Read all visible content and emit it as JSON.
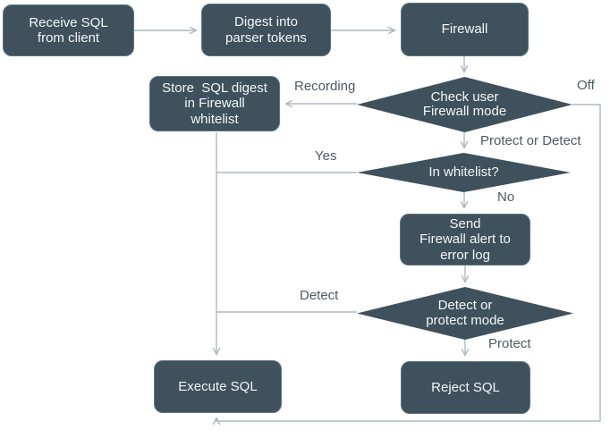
{
  "colors": {
    "background": "#FFFFFF",
    "node_fill": "#3E515C",
    "node_border": "#5D7683",
    "node_text": "#F4F7F8",
    "connector": "#ACBAC4",
    "edge_label_text": "#4D5A63"
  },
  "nodes": {
    "receive_sql": {
      "label": "Receive SQL\nfrom client"
    },
    "digest": {
      "label": "Digest into\nparser tokens"
    },
    "firewall": {
      "label": "Firewall"
    },
    "store_digest": {
      "label": "Store  SQL digest\nin Firewall\nwhitelist"
    },
    "check_mode": {
      "label": "Check user\nFirewall mode"
    },
    "in_whitelist": {
      "label": "In whitelist?"
    },
    "send_alert": {
      "label": "Send\nFirewall alert to\nerror log"
    },
    "detect_or_protect_mode": {
      "label": "Detect or\nprotect mode"
    },
    "execute_sql": {
      "label": "Execute SQL"
    },
    "reject_sql": {
      "label": "Reject SQL"
    }
  },
  "edge_labels": {
    "recording": "Recording",
    "off": "Off",
    "protect_or_detect": "Protect or Detect",
    "yes": "Yes",
    "no": "No",
    "detect": "Detect",
    "protect": "Protect"
  }
}
